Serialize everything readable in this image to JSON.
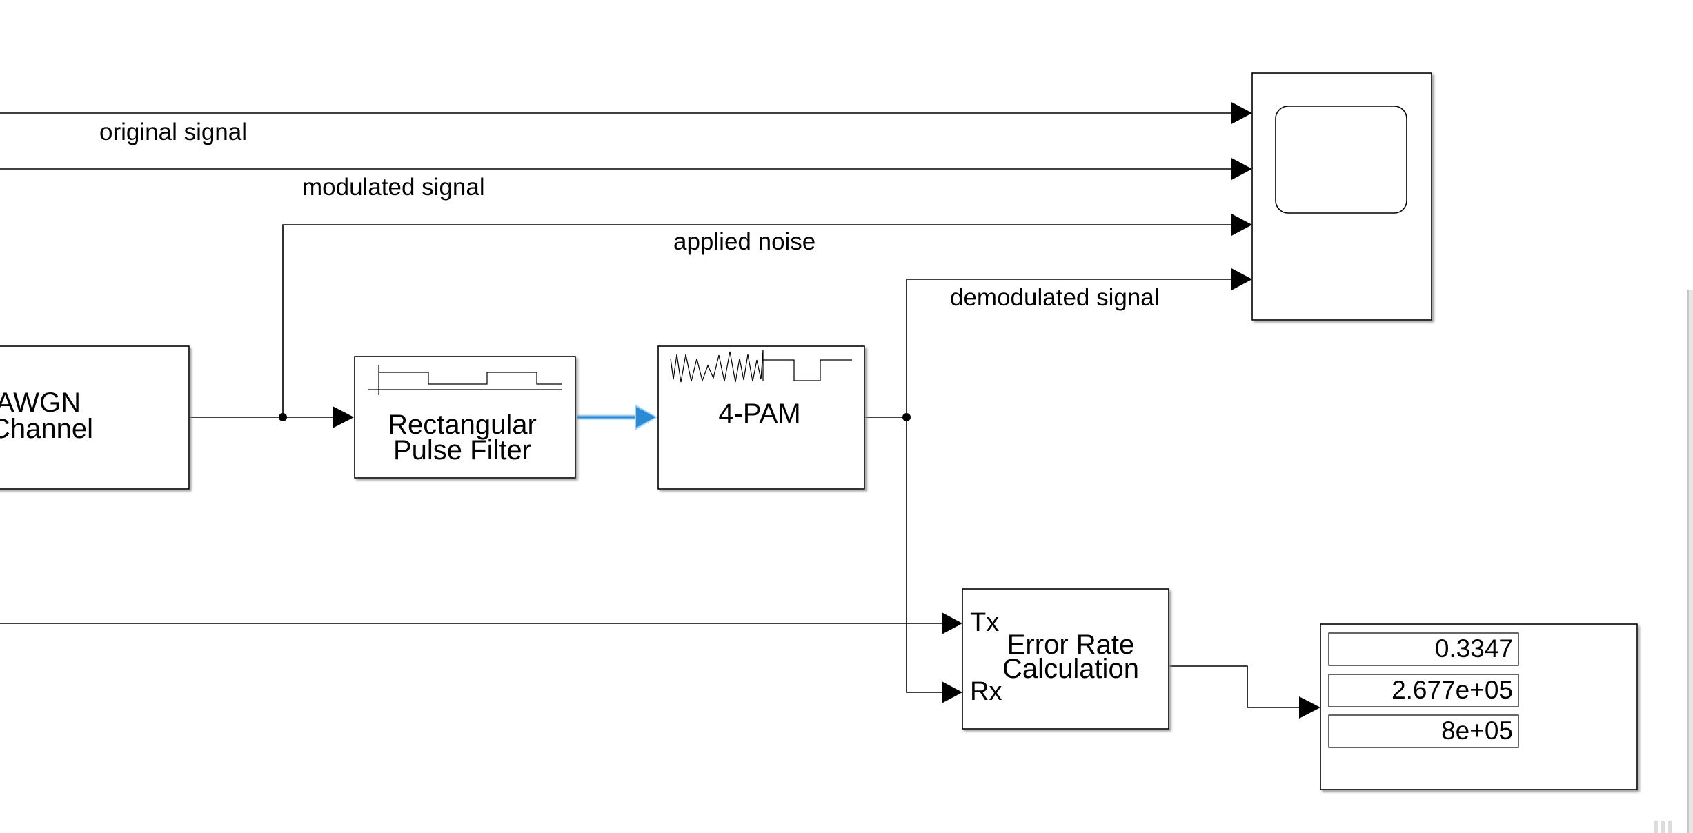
{
  "colors": {
    "line": "#000000",
    "highlight_line": "#2a8ad4",
    "highlight_glow": "#9cd0f5",
    "block_border": "#000000",
    "block_shadow": "#9a9a9a",
    "background": "#ffffff"
  },
  "signals": {
    "original": "original signal",
    "modulated": "modulated signal",
    "noise": "applied noise",
    "demodulated": "demodulated signal"
  },
  "blocks": {
    "awgn": {
      "line1": "AWGN",
      "line2": "Channel"
    },
    "pulse_filter": {
      "line1": "Rectangular",
      "line2": "Pulse Filter",
      "icon": "pulse-waveform-icon"
    },
    "pam": {
      "label": "4-PAM",
      "icon": "modulation-waveform-icon"
    },
    "scope": {
      "icon": "scope-screen-icon"
    },
    "error_rate": {
      "line1": "Error Rate",
      "line2": "Calculation",
      "port_tx": "Tx",
      "port_rx": "Rx"
    },
    "display": {
      "values": [
        "0.3347",
        "2.677e+05",
        "8e+05"
      ]
    }
  }
}
